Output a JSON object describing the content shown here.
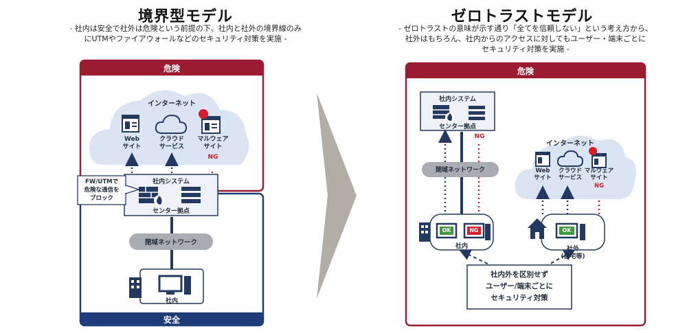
{
  "left": {
    "title": "境界型モデル",
    "subtitle_1": "- 社内は安全で社外は危険という前提の下、社内と社外の境界線のみ",
    "subtitle_2": "にUTMやファイアウォールなどのセキュリティ対策を実施 -",
    "danger_label": "危険",
    "safe_label": "安全",
    "internet_label": "インターネット",
    "web_1": "Web",
    "web_2": "サイト",
    "cloud_1": "クラウド",
    "cloud_2": "サービス",
    "malware_1": "マルウェア",
    "malware_2": "サイト",
    "ng_label": "NG",
    "callout_1": "FW/UTMで",
    "callout_2": "危険な通信を",
    "callout_3": "ブロック",
    "system_label": "社内システム",
    "center_label": "センター拠点",
    "network_label": "閉域ネットワーク",
    "office_label": "社内"
  },
  "right": {
    "title": "ゼロトラストモデル",
    "subtitle_1": "- ゼロトラストの意味が示す通り「全てを信頼しない」という考え方から、",
    "subtitle_2": "社外はもちろん、社内からのアクセスに対してもユーザー・端末ごとに",
    "subtitle_3": "セキュリティ対策を実施 -",
    "danger_label": "危険",
    "system_label": "社内システム",
    "center_label": "センター拠点",
    "ng_label": "NG",
    "network_label": "閉域ネットワーク",
    "internet_label": "インターネット",
    "web_1": "Web",
    "web_2": "サイト",
    "cloud_1": "クラウド",
    "cloud_2": "サービス",
    "malware_1": "マルウェア",
    "malware_2": "サイト",
    "ok_label": "OK",
    "office_label": "社内",
    "outside_1": "社外",
    "outside_2": "(自宅等)",
    "policy_1": "社内外を区別せず",
    "policy_2": "ユーザー/端末ごとに",
    "policy_3": "セキュリティ対策"
  },
  "colors": {
    "danger": "#9b1b30",
    "safe": "#1f3c7a",
    "cloud": "#dbe4f3",
    "navy": "#24395f",
    "ok_green": "#3c9a3c",
    "ng_red": "#d21f2b",
    "arrow_gray": "#b2aea6"
  }
}
